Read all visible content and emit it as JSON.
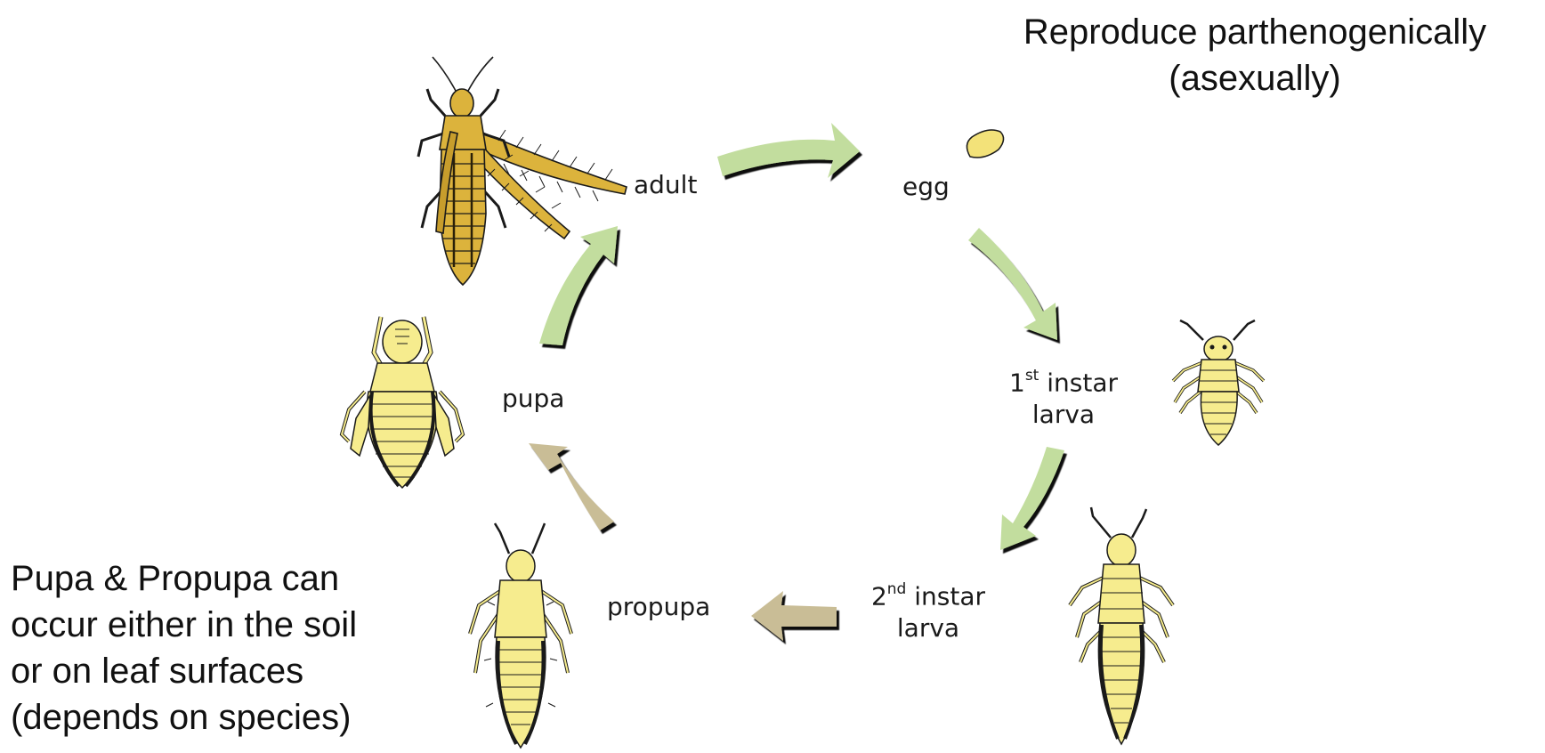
{
  "notes": {
    "reproduction_line1": "Reproduce parthenogenically",
    "reproduction_line2": "(asexually)",
    "pupation_lines": [
      "Pupa & Propupa can",
      "occur either in the soil",
      "or on leaf surfaces",
      "(depends on species)"
    ]
  },
  "stages": {
    "adult": "adult",
    "egg": "egg",
    "first_instar": {
      "num": "1",
      "sup": "st",
      "word": "instar",
      "line2": "larva"
    },
    "second_instar": {
      "num": "2",
      "sup": "nd",
      "word": "instar",
      "line2": "larva"
    },
    "propupa": "propupa",
    "pupa": "pupa"
  },
  "colors": {
    "arrow_green": "#c2dd9e",
    "arrow_tan": "#c9bd96",
    "insect_yellow": "#f6ec8e",
    "adult_gold": "#dcb33c",
    "egg_yellow": "#f3e279",
    "outline": "#1a1a1a"
  },
  "icons": {
    "adult": "adult-thrips-icon",
    "egg": "egg-icon",
    "first_instar": "first-instar-larva-icon",
    "second_instar": "second-instar-larva-icon",
    "propupa": "propupa-icon",
    "pupa": "pupa-icon"
  }
}
